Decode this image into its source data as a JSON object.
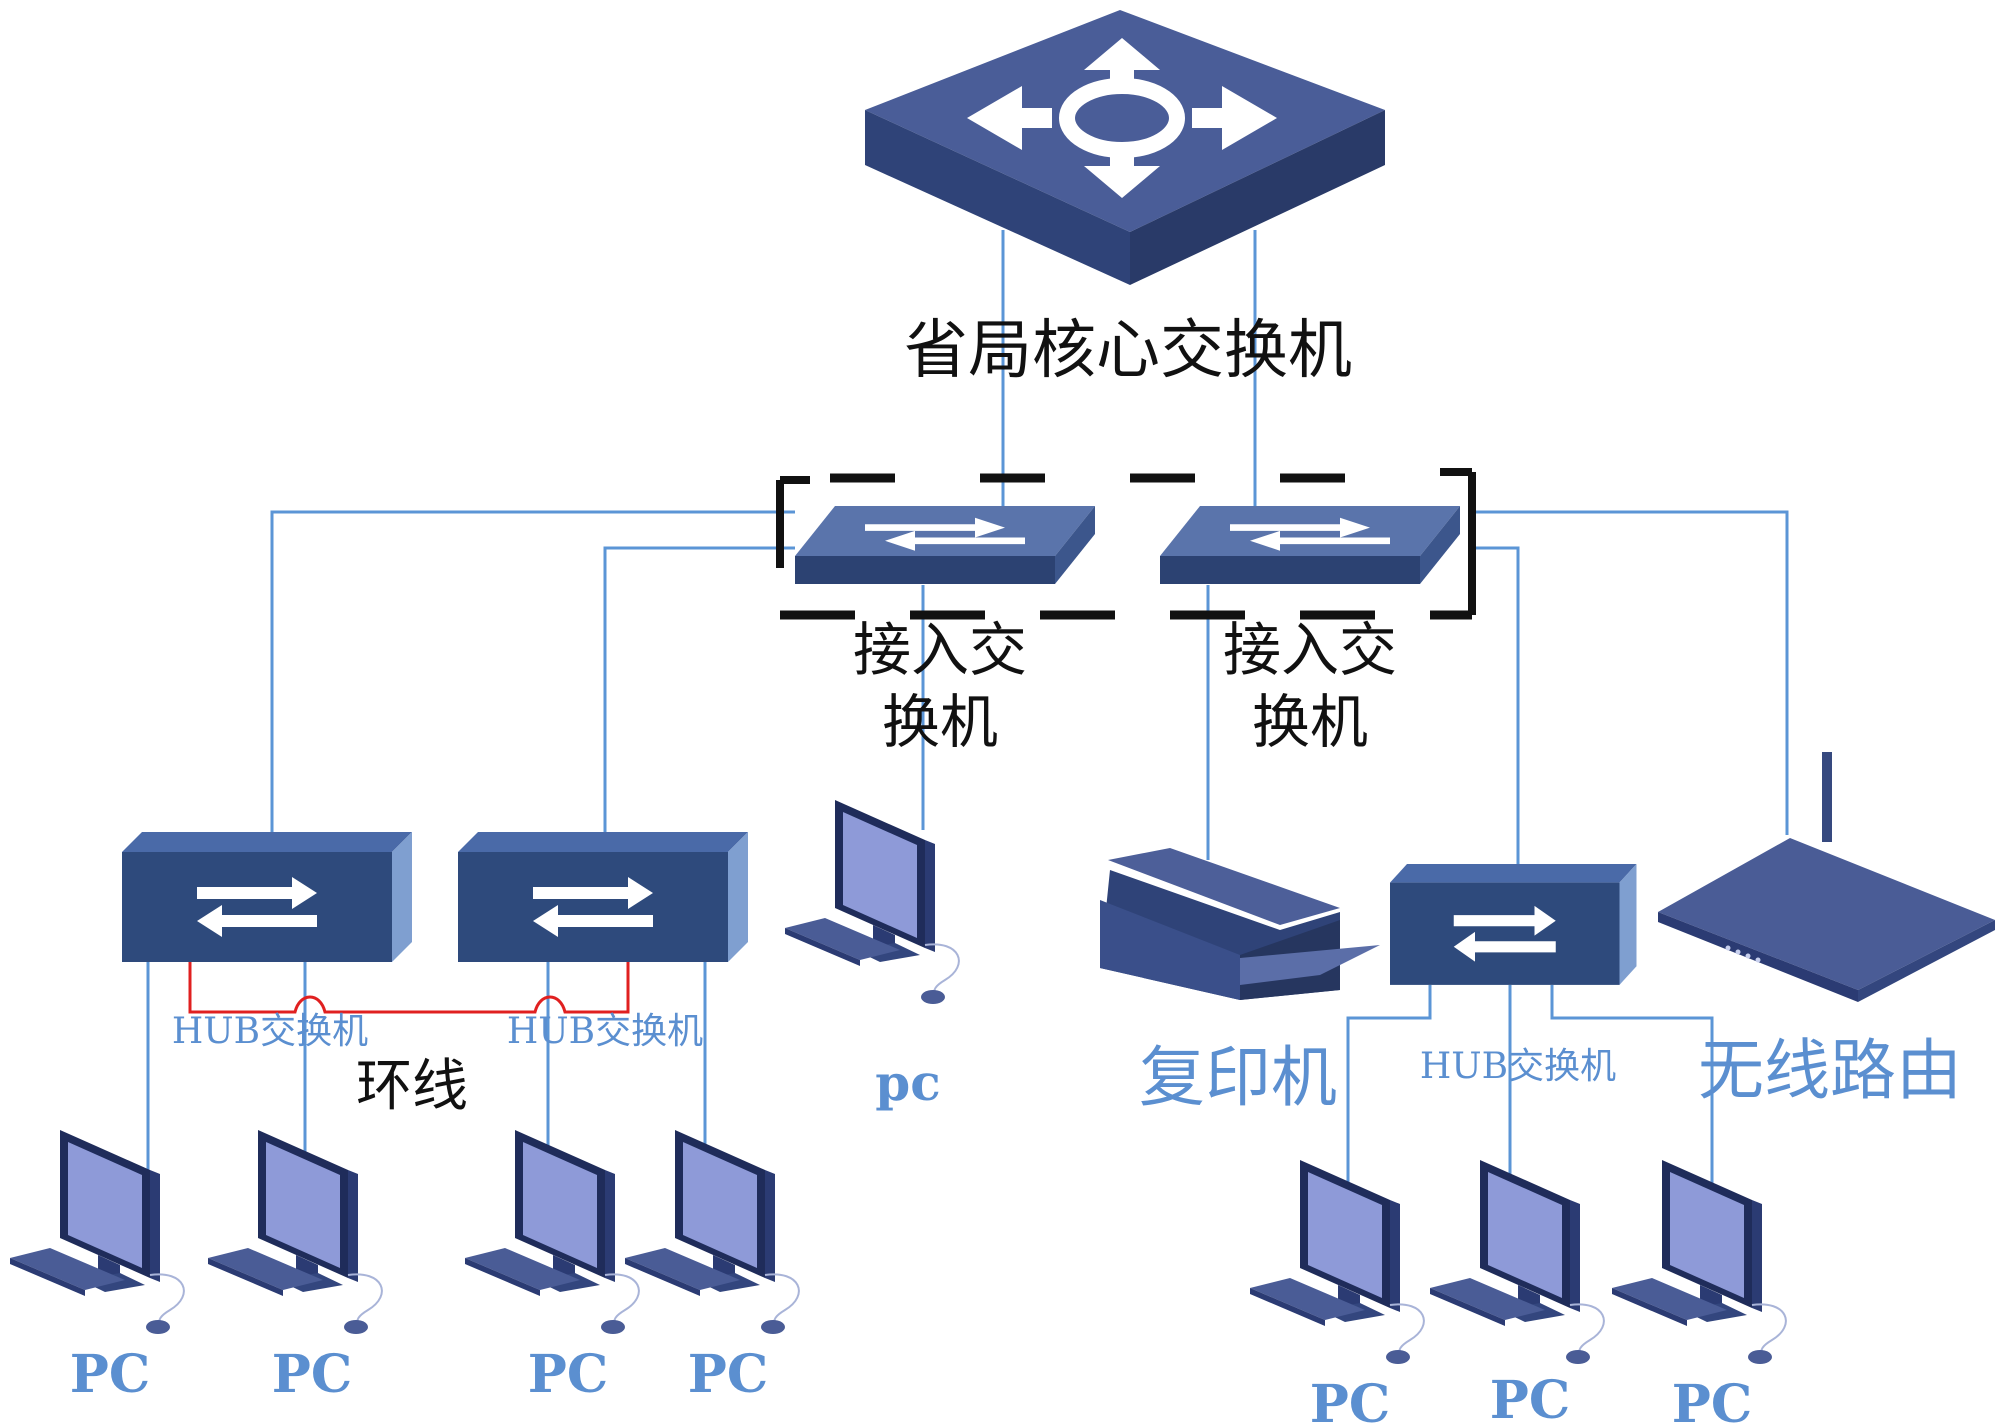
{
  "core_switch": {
    "label": "省局核心交换机"
  },
  "access_switches": [
    {
      "label_line1": "接入交",
      "label_line2": "换机"
    },
    {
      "label_line1": "接入交",
      "label_line2": "换机"
    }
  ],
  "hub_switches": [
    {
      "label": "HUB交换机"
    },
    {
      "label": "HUB交换机"
    },
    {
      "label": "HUB交换机"
    }
  ],
  "ring_label": "环线",
  "standalone_pc": {
    "label": "pc"
  },
  "copier": {
    "label": "复印机"
  },
  "wireless_router": {
    "label": "无线路由"
  },
  "pcs": [
    "PC",
    "PC",
    "PC",
    "PC",
    "PC",
    "PC",
    "PC"
  ],
  "colors": {
    "device_face": "#36497f",
    "device_top": "#4a5d98",
    "device_side": "#293a68",
    "switch_box_front": "#2e4a7c",
    "switch_box_side": "#7f9fd0",
    "monitor_screen": "#8e9ad8",
    "link_line": "#5b95d6",
    "ring_line": "#e02020",
    "dashed_box": "#111111",
    "label_blue": "#5b8fd0",
    "label_black": "#111111"
  }
}
